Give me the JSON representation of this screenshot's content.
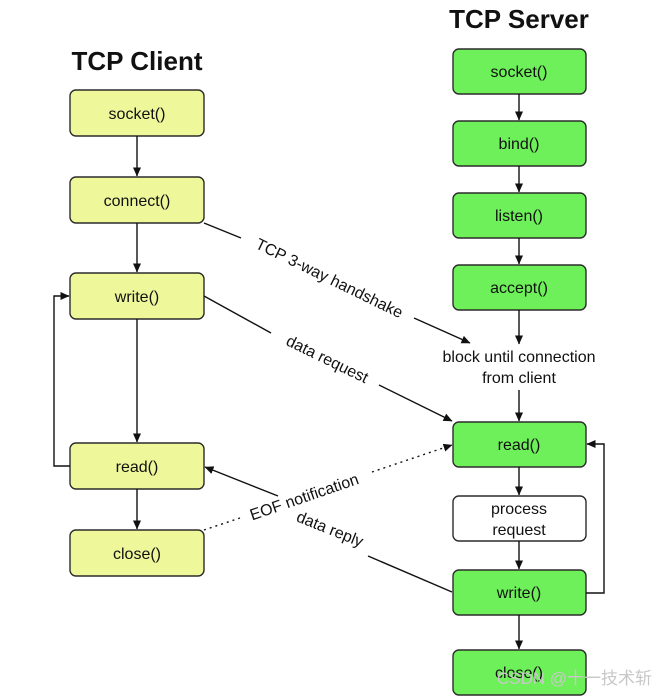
{
  "client": {
    "title": "TCP Client",
    "nodes": {
      "socket": "socket()",
      "connect": "connect()",
      "write": "write()",
      "read": "read()",
      "close": "close()"
    }
  },
  "server": {
    "title": "TCP Server",
    "nodes": {
      "socket": "socket()",
      "bind": "bind()",
      "listen": "listen()",
      "accept": "accept()",
      "read": "read()",
      "process_line1": "process",
      "process_line2": "request",
      "write": "write()",
      "close": "close()"
    },
    "block_note_line1": "block until connection",
    "block_note_line2": "from client"
  },
  "edges": {
    "handshake": "TCP 3-way handshake",
    "data_request": "data request",
    "eof_notification": "EOF notification",
    "data_reply": "data reply"
  },
  "colors": {
    "client_box": "#eef79a",
    "server_box": "#6ef05a",
    "plain_box": "#ffffff"
  },
  "watermark": "CSDN @十一技术斩"
}
